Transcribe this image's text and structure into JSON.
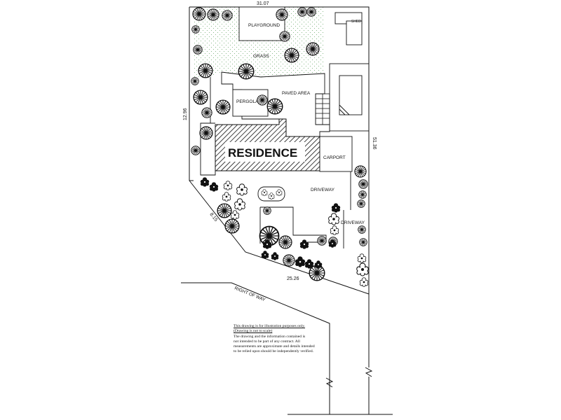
{
  "labels": {
    "playground": "PLAYGROUND",
    "grass": "GRASS",
    "shed": "SHED",
    "paved_area": "PAVED AREA",
    "pergola": "PERGOLA",
    "residence": "RESIDENCE",
    "carport": "CARPORT",
    "driveway_1": "DRIVEWAY",
    "driveway_2": "DRIVEWAY",
    "right_of_way": "RIGHT OF WAY"
  },
  "dimensions": {
    "top": "31.07",
    "left": "12.96",
    "right": "51.36",
    "diagonal": "8.15",
    "bottom": "25.26"
  },
  "note": {
    "line1": "This drawing is for illustration purposes only.",
    "line2": "(Drawing is not to scale)",
    "line3": "The drawing and the information contained is",
    "line4": "not intended to be part of any contract. All",
    "line5": "measurements are approximate and details intended",
    "line6": "to be relied upon should be independently verified."
  }
}
